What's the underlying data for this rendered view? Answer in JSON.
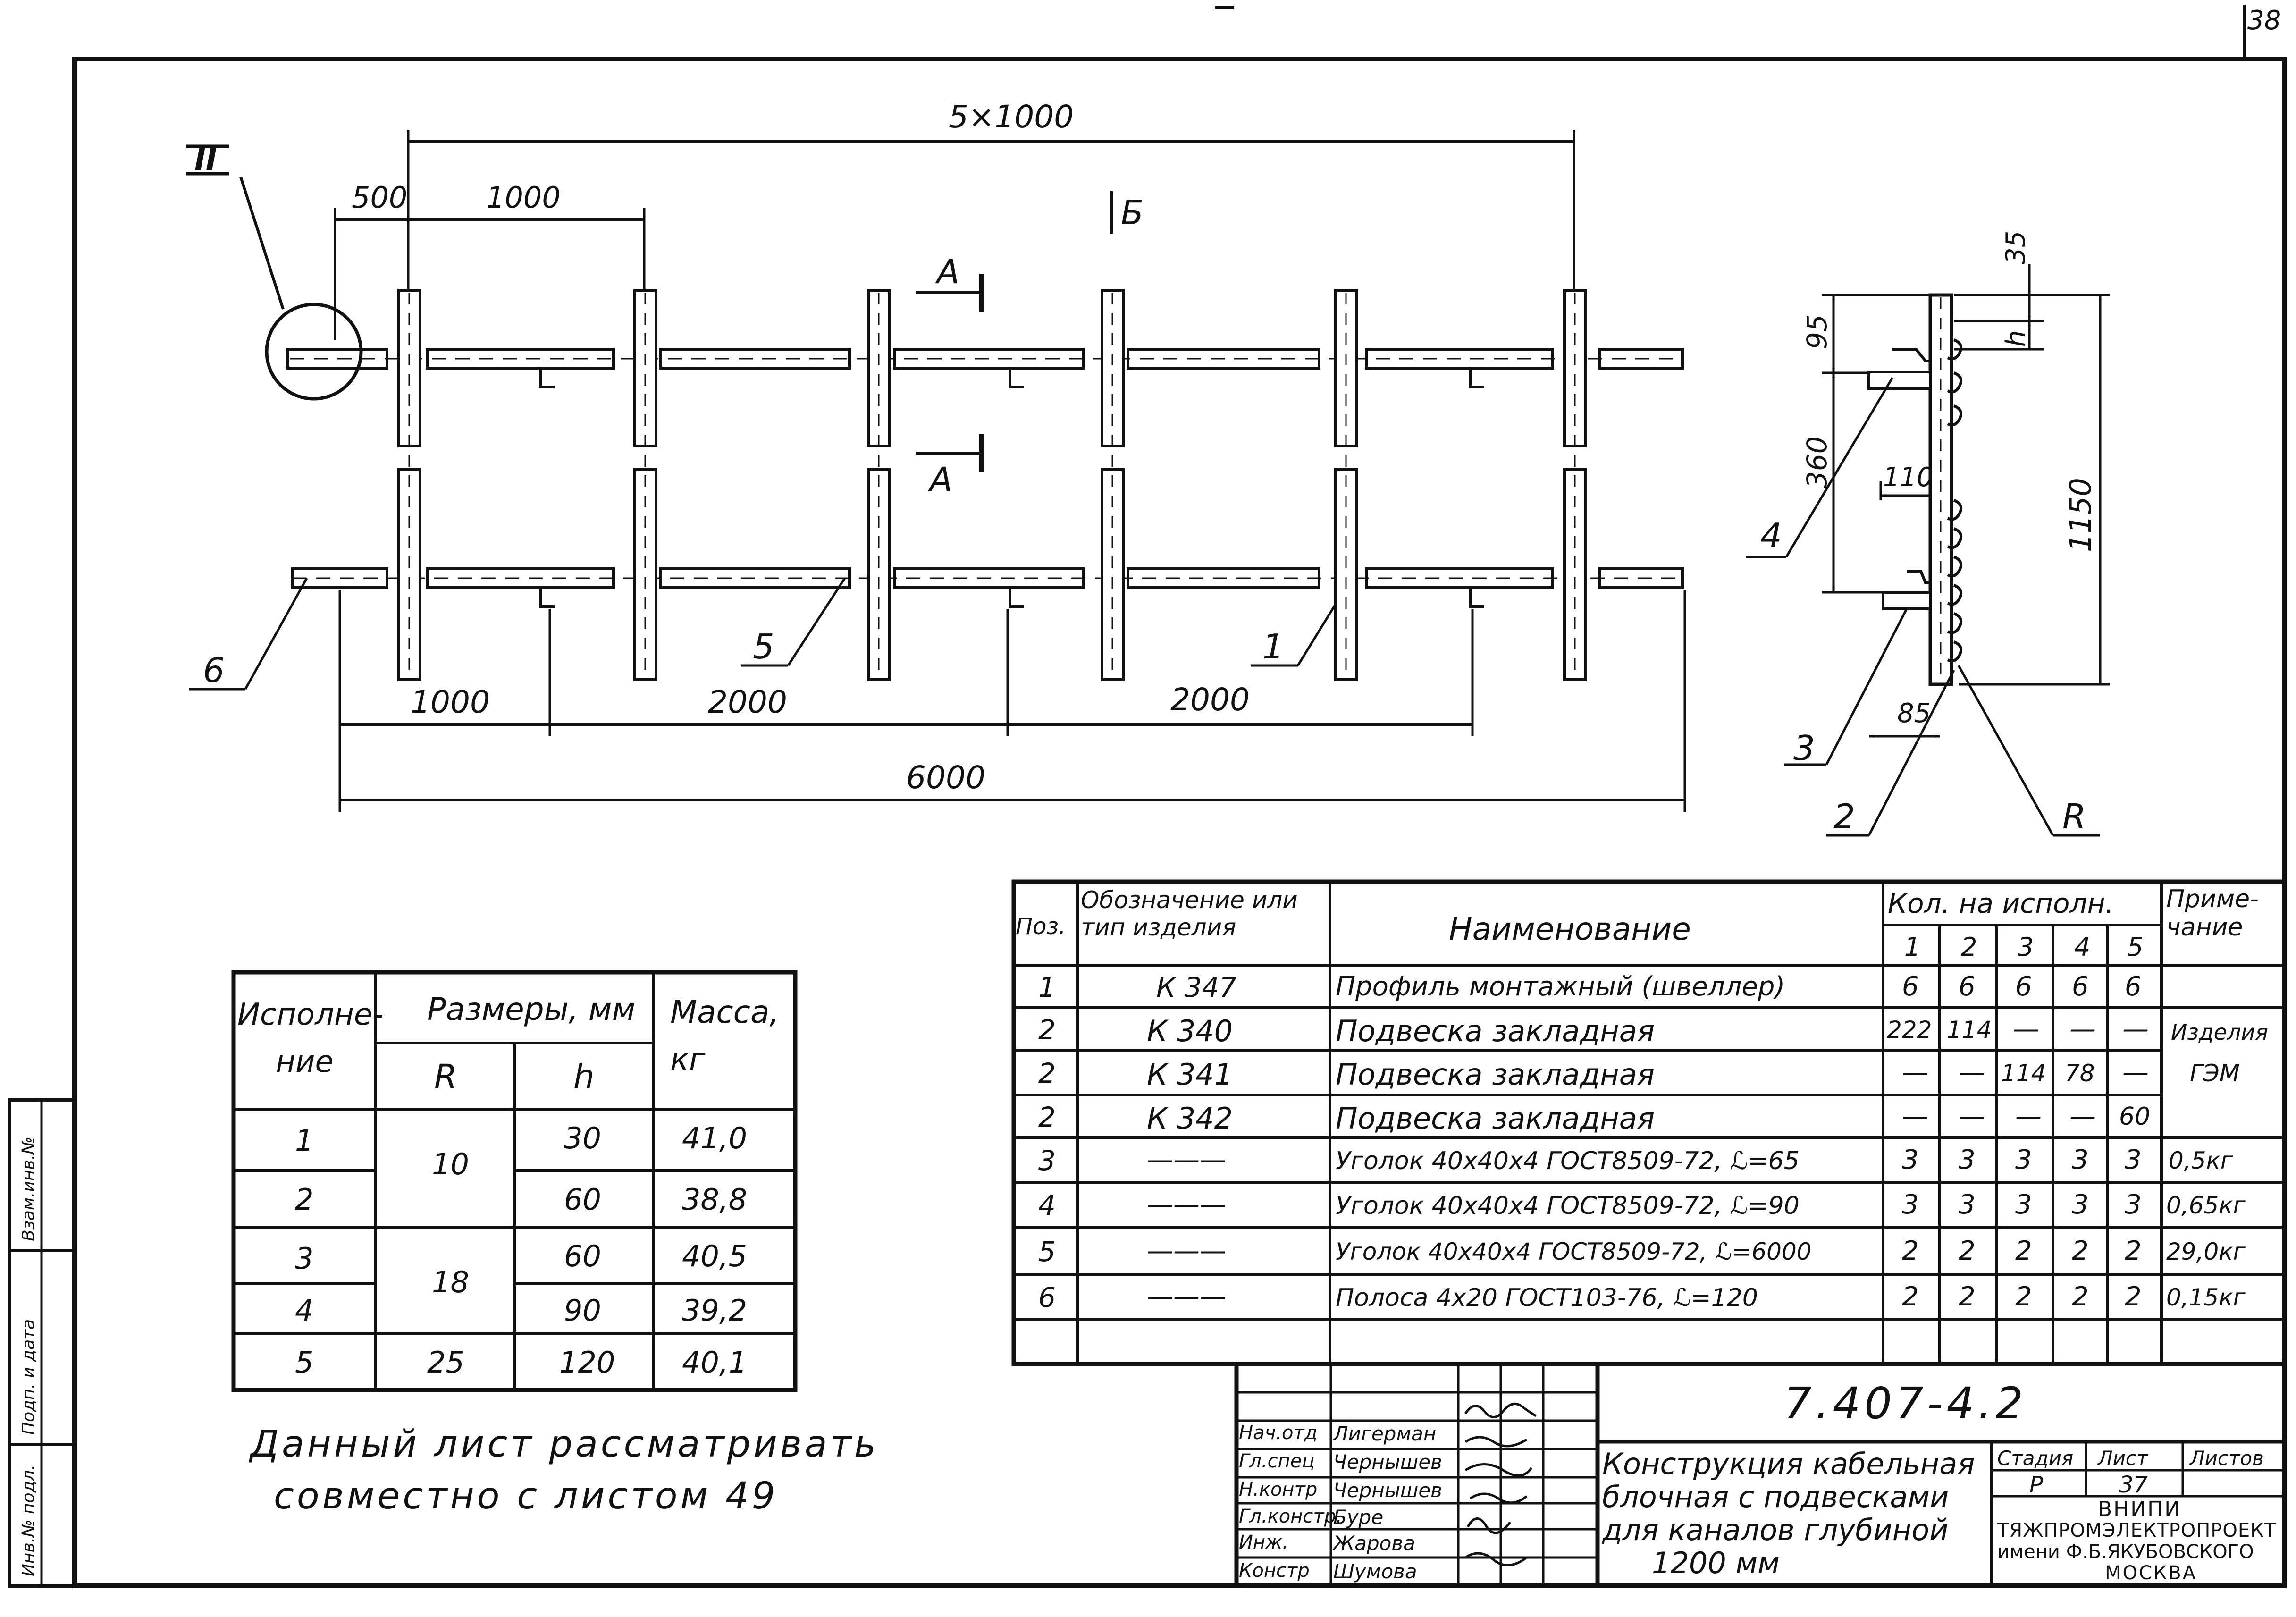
{
  "sheet_corner_number": "38",
  "plan": {
    "view_marker": "II",
    "dims": {
      "total_spacing": "5×1000",
      "edge_offset": "500",
      "spacing": "1000",
      "bottom_a": "1000",
      "bottom_b": "2000",
      "bottom_c": "2000",
      "total_length": "6000"
    },
    "section_markers": {
      "a1": "А",
      "a2": "А",
      "b": "Б"
    },
    "callouts": {
      "profile": "1",
      "angle": "5",
      "strip": "6"
    }
  },
  "section_view": {
    "dims": {
      "top": "35",
      "h": "ℎ",
      "d95": "95",
      "d360": "360",
      "d110": "110",
      "d1150": "1150",
      "d85": "85"
    },
    "callouts": {
      "bracket_upper": "4",
      "bracket_lower": "3",
      "hanger": "2",
      "radius": "R"
    }
  },
  "spec_table": {
    "headers": {
      "pos": "Поз.",
      "designation": "Обозначение или тип изделия",
      "name": "Наименование",
      "qty": "Кол. на исполн.",
      "qty_cols": [
        "1",
        "2",
        "3",
        "4",
        "5"
      ],
      "note": "Приме-чание"
    },
    "rows": [
      {
        "pos": "1",
        "designation": "К 347",
        "name": "Профиль монтажный (швеллер)",
        "qty": [
          "6",
          "6",
          "6",
          "6",
          "6"
        ],
        "note": ""
      },
      {
        "pos": "2",
        "designation": "К 340",
        "name": "Подвеска закладная",
        "qty": [
          "222",
          "114",
          "—",
          "—",
          "—"
        ],
        "note": "Изделия"
      },
      {
        "pos": "2",
        "designation": "К 341",
        "name": "Подвеска закладная",
        "qty": [
          "—",
          "—",
          "114",
          "78",
          "—"
        ],
        "note": "ГЭМ"
      },
      {
        "pos": "2",
        "designation": "К 342",
        "name": "Подвеска закладная",
        "qty": [
          "—",
          "—",
          "—",
          "—",
          "60"
        ],
        "note": ""
      },
      {
        "pos": "3",
        "designation": "———",
        "name": "Уголок 40х40х4 ГОСТ8509-72, ℒ=65",
        "qty": [
          "3",
          "3",
          "3",
          "3",
          "3"
        ],
        "note": "0,5кг"
      },
      {
        "pos": "4",
        "designation": "———",
        "name": "Уголок 40х40х4 ГОСТ8509-72, ℒ=90",
        "qty": [
          "3",
          "3",
          "3",
          "3",
          "3"
        ],
        "note": "0,65кг"
      },
      {
        "pos": "5",
        "designation": "———",
        "name": "Уголок 40х40х4 ГОСТ8509-72, ℒ=6000",
        "qty": [
          "2",
          "2",
          "2",
          "2",
          "2"
        ],
        "note": "29,0кг"
      },
      {
        "pos": "6",
        "designation": "———",
        "name": "Полоса 4х20 ГОСТ103-76, ℒ=120",
        "qty": [
          "2",
          "2",
          "2",
          "2",
          "2"
        ],
        "note": "0,15кг"
      }
    ]
  },
  "variant_table": {
    "headers": {
      "variant": "Исполне-ние",
      "sizes": "Размеры, мм",
      "r": "R",
      "h": "ℎ",
      "mass": "Масса, кг"
    },
    "rows": [
      {
        "variant": "1",
        "r": "10",
        "h": "30",
        "mass": "41,0"
      },
      {
        "variant": "2",
        "r": "",
        "h": "60",
        "mass": "38,8"
      },
      {
        "variant": "3",
        "r": "18",
        "h": "60",
        "mass": "40,5"
      },
      {
        "variant": "4",
        "r": "",
        "h": "90",
        "mass": "39,2"
      },
      {
        "variant": "5",
        "r": "25",
        "h": "120",
        "mass": "40,1"
      }
    ]
  },
  "note": {
    "line1": "Данный лист рассматривать",
    "line2": "совместно с листом 49"
  },
  "title_block": {
    "code": "7.407-4.2",
    "signatures": [
      {
        "role": "Нач.отд",
        "name": "Лигерман"
      },
      {
        "role": "Гл.спец",
        "name": "Чернышев"
      },
      {
        "role": "Н.контр",
        "name": "Чернышев"
      },
      {
        "role": "Гл.констр.",
        "name": "Буре"
      },
      {
        "role": "Инж.",
        "name": "Жарова"
      },
      {
        "role": "Констр",
        "name": "Шумова"
      }
    ],
    "title_lines": [
      "Конструкция кабельная",
      "блочная с подвесками",
      "для каналов глубиной",
      "1200 мм"
    ],
    "stage_label": "Стадия",
    "sheet_label": "Лист",
    "sheets_label": "Листов",
    "stage": "Р",
    "sheet": "37",
    "sheets": "",
    "org_lines": [
      "ВНИПИ",
      "ТЯЖПРОМЭЛЕКТРОПРОЕКТ",
      "имени Ф.Б.ЯКУБОВСКОГО",
      "МОСКВА"
    ]
  },
  "side_stamp": [
    "Инв.№ подл.",
    "Подп. и дата",
    "Взам.инв.№"
  ]
}
